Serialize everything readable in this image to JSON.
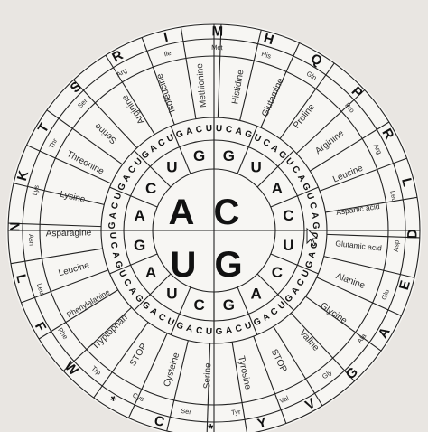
{
  "colors": {
    "background": "#e9e6e2",
    "ink": "#111111",
    "paper": "#f7f6f3"
  },
  "center_bases": [
    "A",
    "C",
    "U",
    "G"
  ],
  "quadrants": {
    "A": {
      "second": [
        "A",
        "C",
        "U",
        "G"
      ]
    },
    "C": {
      "second": [
        "G",
        "U",
        "A",
        "C"
      ]
    },
    "U": {
      "second": [
        "C",
        "U",
        "A",
        "G"
      ]
    },
    "G": {
      "second": [
        "U",
        "C",
        "A",
        "G"
      ]
    }
  },
  "third_ring_text": {
    "upper": "UCAGUCAGUCAGUCAGUCAGUCAGUCAGUCAGUCAGUCAG",
    "lower": "GACUGACUGACUGACUGACUGACUGACUGACUGACUGACU"
  },
  "amino_acids": [
    "Serine",
    "Arginine",
    "Isoleucine",
    "Methionine",
    "Histidine",
    "Glutamine",
    "Proline",
    "Arginine",
    "Leucine",
    "Aspartic acid",
    "Glutamic acid",
    "Alanine",
    "Glycine",
    "Valine",
    "STOP",
    "Tyrosine",
    "Serine",
    "Cysteine",
    "STOP",
    "Tryptophan",
    "Phenylalanine",
    "Leucine",
    "Asparagine",
    "Lysine",
    "Threonine"
  ],
  "abbreviations": [
    "Ser",
    "Arg",
    "Ile",
    "Met",
    "His",
    "Gln",
    "Pro",
    "Arg",
    "Leu",
    "Asp",
    "Glu",
    "Ala",
    "Gly",
    "Val",
    "Tyr",
    "Ser",
    "Cys",
    "Trp",
    "Phe",
    "Leu",
    "Asn",
    "Lys",
    "Thr"
  ],
  "one_letter_codes": [
    "S",
    "R",
    "I",
    "M",
    "H",
    "Q",
    "P",
    "R",
    "L",
    "D",
    "E",
    "A",
    "G",
    "V",
    "Y",
    "*",
    "C",
    "*",
    "W",
    "F",
    "L",
    "N",
    "K",
    "T"
  ]
}
